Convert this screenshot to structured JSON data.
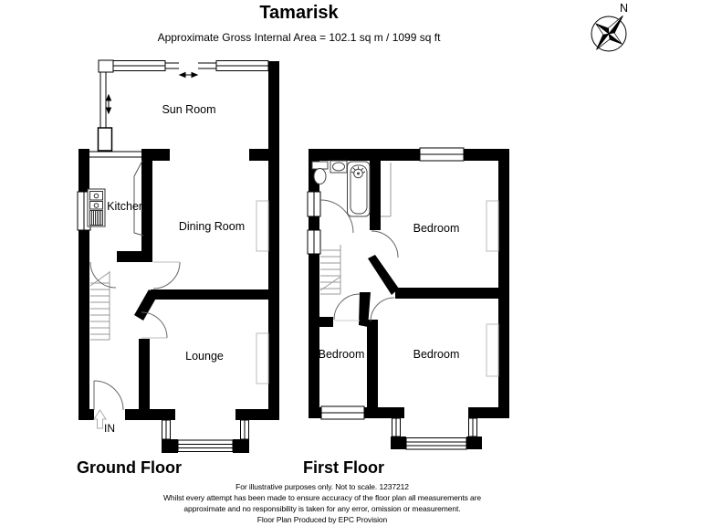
{
  "header": {
    "title": "Tamarisk",
    "subtitle": "Approximate Gross Internal Area = 102.1 sq m / 1099 sq ft"
  },
  "compass": {
    "north_label": "N"
  },
  "ground_floor": {
    "caption": "Ground Floor",
    "rooms": {
      "sun_room": "Sun Room",
      "kitchen": "Kitchen",
      "dining_room": "Dining Room",
      "lounge": "Lounge"
    },
    "entrance_label": "IN"
  },
  "first_floor": {
    "caption": "First Floor",
    "rooms": {
      "bedroom_front": "Bedroom",
      "bedroom_back_left": "Bedroom",
      "bedroom_back_right": "Bedroom"
    }
  },
  "footer": {
    "disclaimer_lines": [
      "For illustrative purposes only. Not to scale. 1237212",
      "Whilst every attempt has been made to ensure accuracy of the floor plan all measurements are",
      "approximate and no responsibility is taken for any error, omission or measurement.",
      "Floor Plan Produced by EPC Provision"
    ]
  },
  "colors": {
    "wall": "#000000",
    "background": "#ffffff",
    "door_arc": "#666666",
    "fixture": "#444444",
    "stairs": "#999999"
  }
}
